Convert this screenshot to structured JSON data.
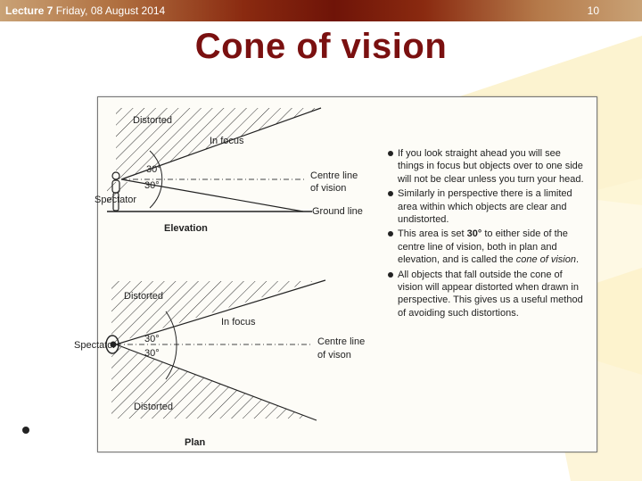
{
  "header": {
    "lecture_label": "Lecture 7",
    "date": "Friday, 08 August 2014",
    "page_number": "10"
  },
  "title": "Cone of vision",
  "elevation": {
    "distorted": "Distorted",
    "in_focus": "In focus",
    "angle_top": "30°",
    "angle_bottom": "30°",
    "centre_line_1": "Centre line",
    "centre_line_2": "of vision",
    "spectator": "Spectator",
    "ground_line": "Ground line",
    "caption": "Elevation"
  },
  "plan": {
    "distorted_top": "Distorted",
    "in_focus": "In focus",
    "angle_top": "30°",
    "angle_bottom": "30°",
    "spectator": "Spectator",
    "centre_line_1": "Centre line",
    "centre_line_2": "of vison",
    "distorted_bottom": "Distorted",
    "caption": "Plan"
  },
  "notes": [
    {
      "text": "If you look straight ahead you will see things in focus but objects over to one side will not be clear unless you turn your head."
    },
    {
      "text": "Similarly in perspective there is a limited area within which objects are clear and undistorted."
    },
    {
      "pre": "This area is set ",
      "bold": "30°",
      "mid": " to either side of the centre line of vision, both in plan and elevation, and is called the ",
      "ital": "cone of vision",
      "post": "."
    },
    {
      "text": "All objects that fall outside the cone of vision will appear distorted when drawn in perspective. This gives us a useful method of avoiding such distortions."
    }
  ]
}
